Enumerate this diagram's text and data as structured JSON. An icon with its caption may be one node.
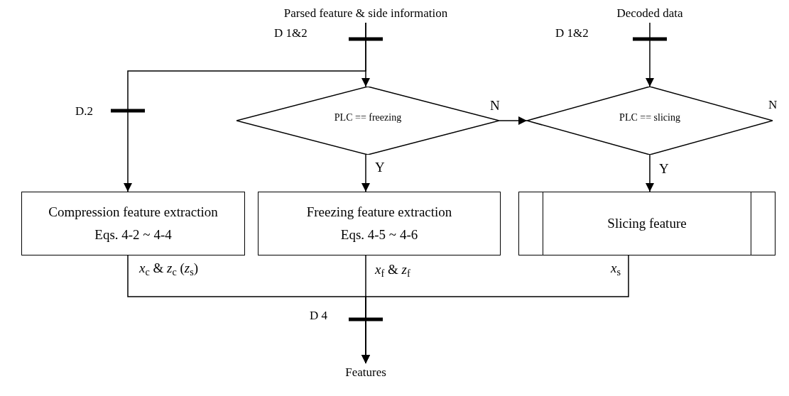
{
  "diagram": {
    "nodes": [
      {
        "text": [
          "Parsed feature & side information"
        ]
      },
      {
        "text": [
          "Decoded data"
        ]
      },
      {
        "text": [
          "PLC == freezing"
        ]
      },
      {
        "text": [
          "PLC == slicing"
        ]
      },
      {
        "text": [
          "Compression feature extraction",
          "Eqs. 4-2 ~  4-4"
        ]
      },
      {
        "text": [
          "Freezing feature extraction",
          "Eqs. 4-5 ~ 4-6"
        ]
      },
      {
        "text": [
          "Slicing feature"
        ]
      },
      {
        "text": [
          "Features"
        ]
      }
    ],
    "edges": [
      {
        "from": 0,
        "to": 2,
        "arrow": "to"
      },
      {
        "from": 0,
        "to": 4,
        "arrow": "to"
      },
      {
        "from": 1,
        "to": 3,
        "arrow": "to"
      },
      {
        "from": 2,
        "to": 3,
        "arrow": "to",
        "label": "N"
      },
      {
        "from": 2,
        "to": 5,
        "arrow": "to",
        "label": "Y"
      },
      {
        "from": 3,
        "to": 6,
        "arrow": "to",
        "label": "Y"
      },
      {
        "from": 4,
        "to": 7,
        "arrow": "to",
        "label": "*x*$_{c}$ & *z*$_{c}$ (*z*$_{s}$)"
      },
      {
        "from": 5,
        "to": 7,
        "arrow": "to",
        "label": "*x*$_{f}$ & *z*$_{f}$"
      },
      {
        "from": 6,
        "to": 7,
        "arrow": "to",
        "label": "*x*$_{s}$"
      }
    ],
    "labels": [
      "D 1&2",
      "D 1&2",
      "N",
      "D.2",
      "D 4"
    ]
  }
}
